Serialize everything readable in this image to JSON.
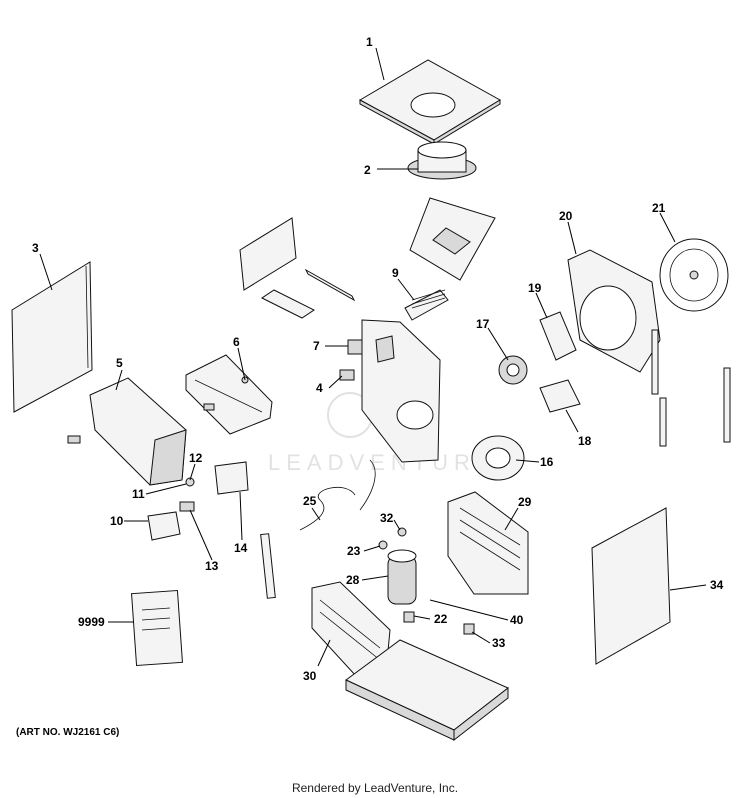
{
  "callouts": [
    "1",
    "2",
    "3",
    "4",
    "5",
    "6",
    "7",
    "9",
    "10",
    "11",
    "12",
    "13",
    "14",
    "16",
    "17",
    "18",
    "19",
    "20",
    "21",
    "22",
    "23",
    "25",
    "28",
    "29",
    "30",
    "32",
    "33",
    "34",
    "40",
    "9999"
  ],
  "art_number": "(ART NO. WJ2161 C6)",
  "footer": "Rendered by LeadVenture, Inc.",
  "watermark": "LEADVENTURE"
}
